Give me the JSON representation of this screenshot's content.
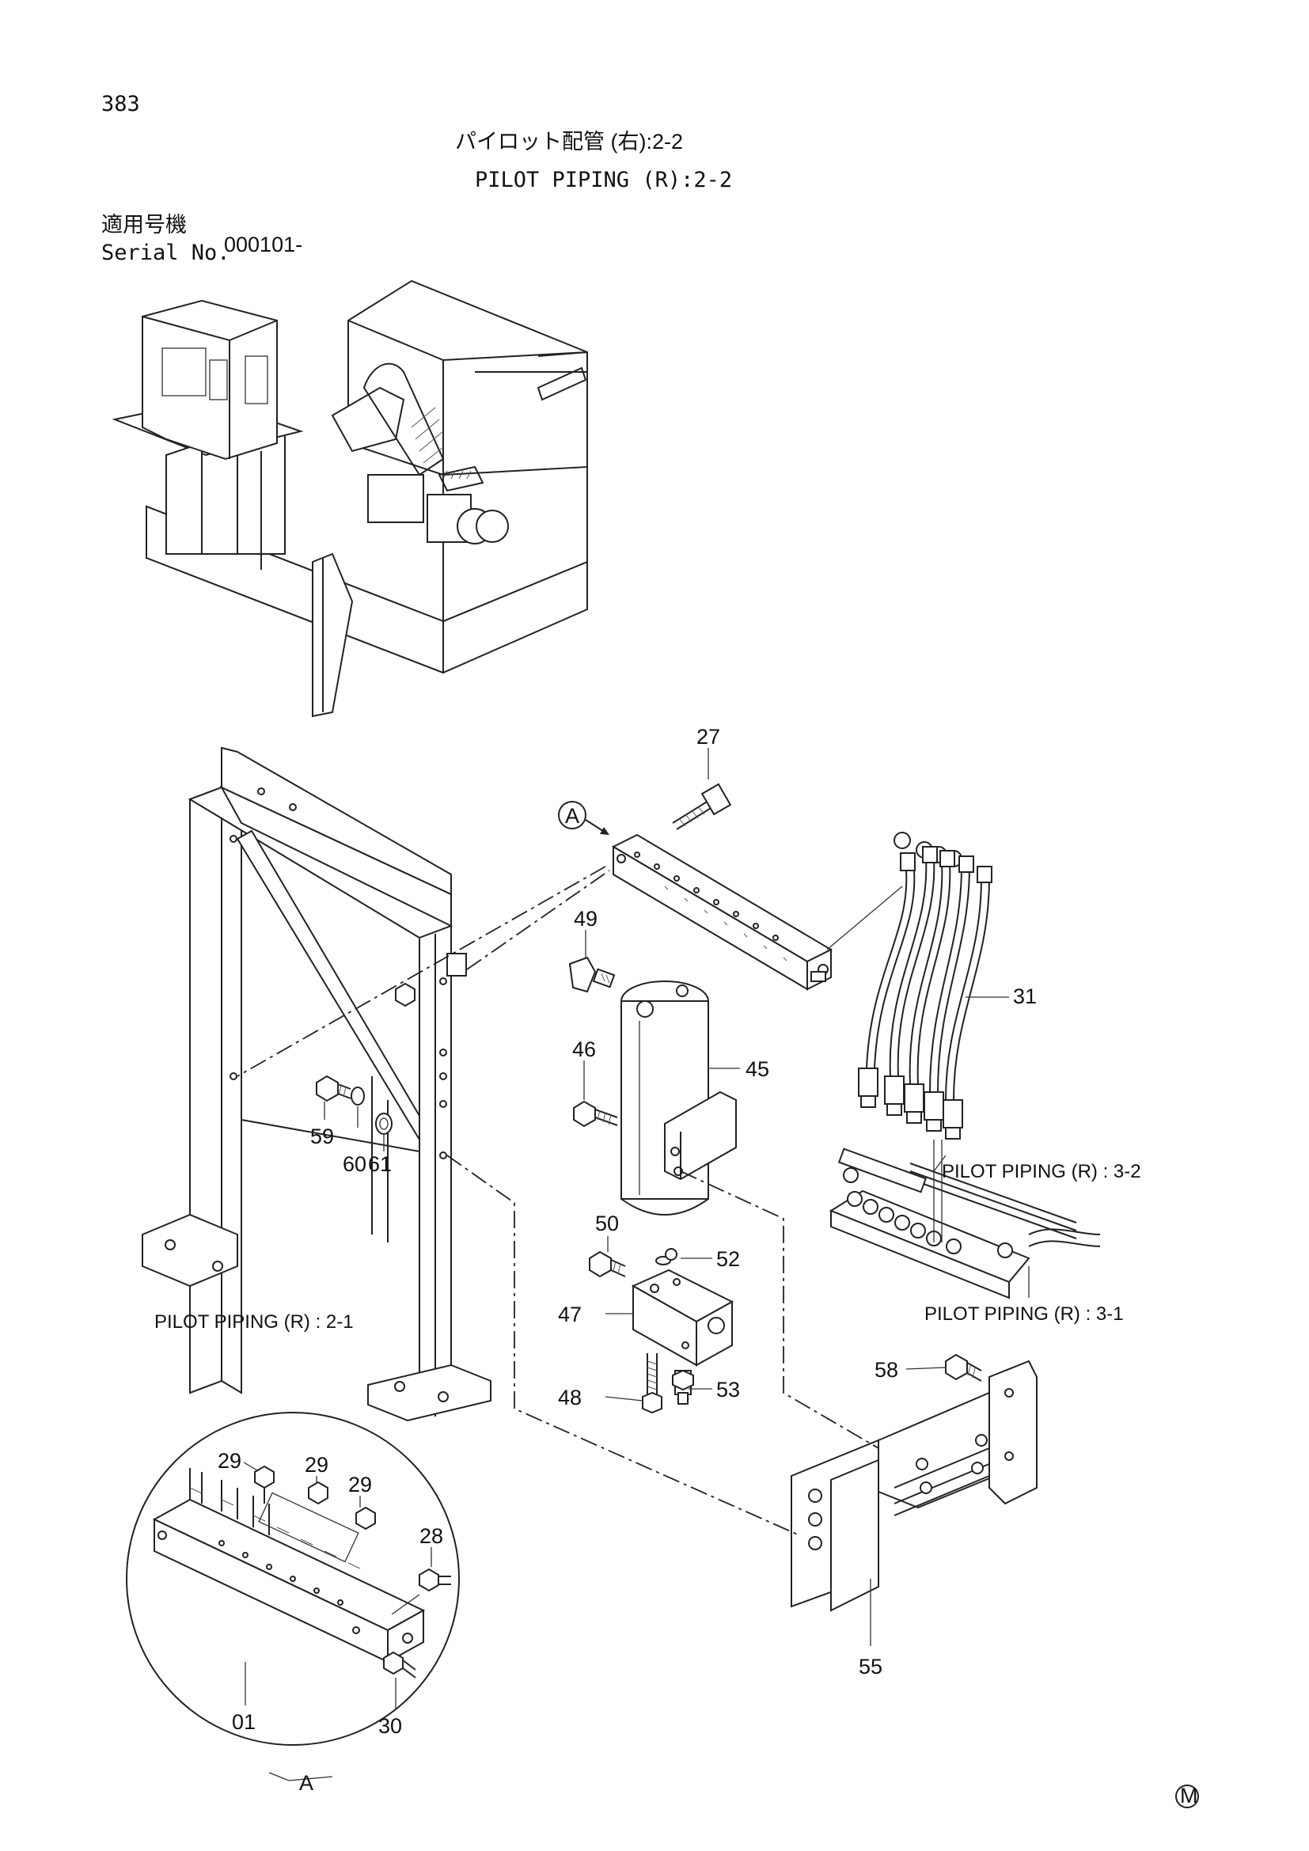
{
  "page_number": "383",
  "title_ja": "パイロット配管 (右):2-2",
  "title_en": "PILOT PIPING (R):2-2",
  "serial_label_ja": "適用号機",
  "serial_label_en": "Serial No.",
  "serial_value": "000101-",
  "detail_marker": "A",
  "detail_label": "A",
  "mark": "M",
  "parts": {
    "p27": "27",
    "p31": "31",
    "p45": "45",
    "p46": "46",
    "p47": "47",
    "p48": "48",
    "p49": "49",
    "p50": "50",
    "p52": "52",
    "p53": "53",
    "p55": "55",
    "p58": "58",
    "p59": "59",
    "p60": "60",
    "p61": "61",
    "p01": "01",
    "p28": "28",
    "p29a": "29",
    "p29b": "29",
    "p29c": "29",
    "p30": "30"
  },
  "references": {
    "r21": "PILOT  PIPING (R) : 2-1",
    "r32": "PILOT  PIPING (R) : 3-2",
    "r31": "PILOT  PIPING (R) : 3-1"
  }
}
